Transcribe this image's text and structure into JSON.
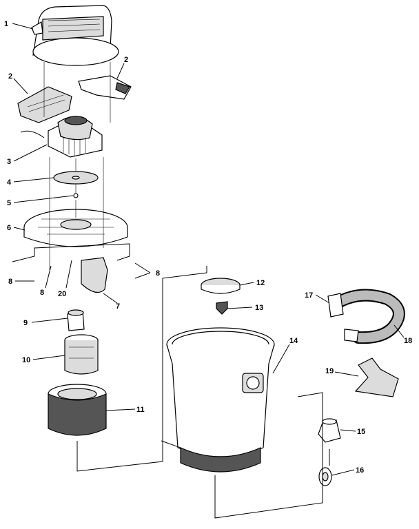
{
  "callouts": {
    "c1": "1",
    "c2a": "2",
    "c2b": "2",
    "c3": "3",
    "c4": "4",
    "c5": "5",
    "c6": "6",
    "c7": "7",
    "c8a": "8",
    "c8b": "8",
    "c8c": "8",
    "c9": "9",
    "c10": "10",
    "c11": "11",
    "c12": "12",
    "c13": "13",
    "c14": "14",
    "c15": "15",
    "c16": "16",
    "c17": "17",
    "c18": "18",
    "c19": "19",
    "c20": "20"
  }
}
